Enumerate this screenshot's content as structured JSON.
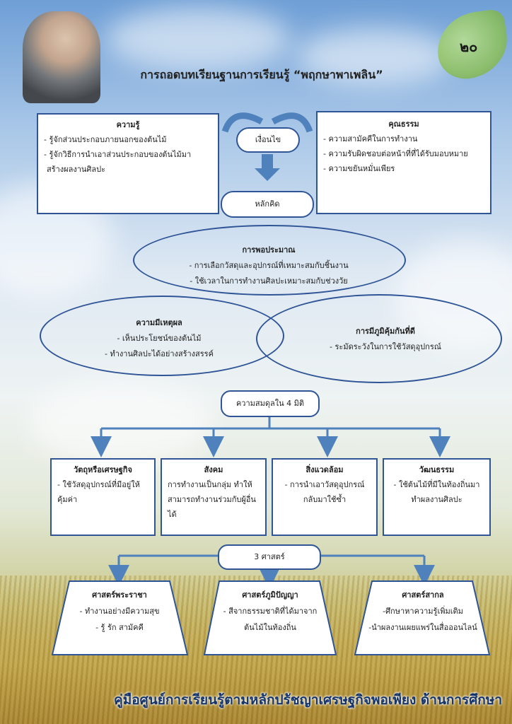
{
  "page_number": "๒๐",
  "title": "การถอดบทเรียนฐานการเรียนรู้ “พฤกษาพาเพลิน”",
  "condition_label": "เงื่อนไข",
  "knowledge": {
    "heading": "ความรู้",
    "items": [
      "- รู้จักส่วนประกอบภายนอกของต้นไม้",
      "- รู้จักวิธีการนำเอาส่วนประกอบของต้นไม้มา",
      "สร้างผลงานศิลปะ"
    ]
  },
  "virtue": {
    "heading": "คุณธรรม",
    "items": [
      "- ความสามัคคีในการทำงาน",
      "- ความรับผิดชอบต่อหน้าที่ที่ได้รับมอบหมาย",
      "- ความขยันหมั่นเพียร"
    ]
  },
  "principle_label": "หลักคิด",
  "moderation": {
    "heading": "การพอประมาณ",
    "items": [
      "- การเลือกวัสดุและอุปกรณ์ที่เหมาะสมกับชิ้นงาน",
      "- ใช้เวลาในการทำงานศิลปะเหมาะสมกับช่วงวัย"
    ]
  },
  "reasonableness": {
    "heading": "ความมีเหตุผล",
    "items": [
      "- เห็นประโยชน์ของต้นไม้",
      "- ทำงานศิลปะได้อย่างสร้างสรรค์"
    ]
  },
  "immunity": {
    "heading": "การมีภูมิคุ้มกันที่ดี",
    "items": [
      "- ระมัดระวังในการใช้วัสดุอุปกรณ์"
    ]
  },
  "balance_label": "ความสมดุลใน 4 มิติ",
  "dimensions": [
    {
      "heading": "วัตถุหรือเศรษฐกิจ",
      "lines": [
        "- ใช้วัสดุอุปกรณ์ที่มีอยู่ให้",
        "คุ้มค่า"
      ]
    },
    {
      "heading": "สังคม",
      "lines": [
        "การทำงานเป็นกลุ่ม ทำให้",
        "สามารถทำงานร่วมกับผู้อื่น",
        "ได้"
      ]
    },
    {
      "heading": "สิ่งแวดล้อม",
      "lines": [
        "- การนำเอาวัสดุอุปกรณ์",
        "กลับมาใช้ซ้ำ"
      ]
    },
    {
      "heading": "วัฒนธรรม",
      "lines": [
        "- ใช้ต้นไม้ที่มีในท้องถิ่นมา",
        "ทำผลงานศิลปะ"
      ]
    }
  ],
  "sciences_label": "3 ศาสตร์",
  "sciences": [
    {
      "heading": "ศาสตร์พระราชา",
      "lines": [
        "- ทำงานอย่างมีความสุข",
        "- รู้ รัก สามัคคี"
      ]
    },
    {
      "heading": "ศาสตร์ภูมิปัญญา",
      "lines": [
        "- สีจากธรรมชาติที่ได้มาจาก",
        "ต้นไม้ในท้องถิ่น"
      ]
    },
    {
      "heading": "ศาสตร์สากล",
      "lines": [
        "-ศึกษาหาความรู้เพิ่มเติม",
        "-นำผลงานเผยแพร่ในสื่อออนไลน์"
      ]
    }
  ],
  "footer": "คู่มือศูนย์การเรียนรู้ตามหลักปรัชญาเศรษฐกิจพอเพียง  ด้านการศึกษา",
  "colors": {
    "border": "#2f5597",
    "arrow": "#4f81bd"
  },
  "icons": [
    "leaf-icon",
    "portrait-photo",
    "arrow-down-icon"
  ]
}
